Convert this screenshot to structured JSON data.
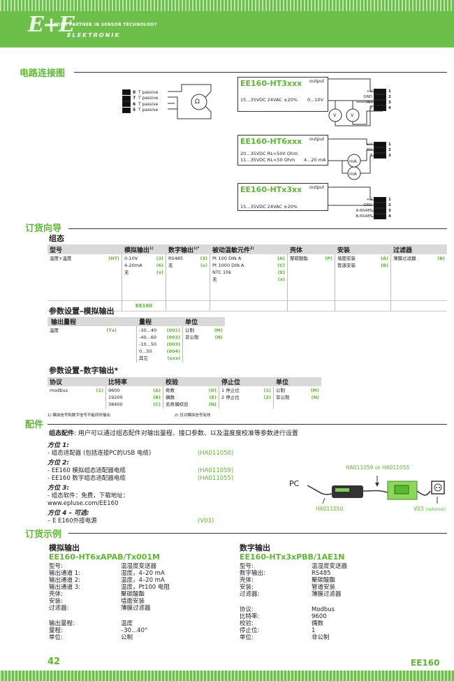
{
  "header": {
    "logo": "E+E",
    "tagline": "YOUR PARTNER IN SENSOR TECHNOLOGY",
    "brand": "ELEKTRONIK"
  },
  "wiring": {
    "title": "电路连接图",
    "left_pins": [
      {
        "num": "8",
        "label": "T passive"
      },
      {
        "num": "7",
        "label": "T passive"
      },
      {
        "num": "6",
        "label": "T passive"
      },
      {
        "num": "5",
        "label": "T passive"
      }
    ],
    "ohm_symbol": "Ω",
    "boxes": [
      {
        "title": "EE160-HT3xxx",
        "output": "output",
        "supply": "15...35VDC  24VAC ±20%",
        "range": "0...10V",
        "terms": [
          "V+",
          "GND",
          "RH",
          "T"
        ],
        "nums": [
          "1",
          "2",
          "3",
          "4"
        ],
        "meter": "V"
      },
      {
        "title": "EE160-HT6xxx",
        "output": "output",
        "supply1": "20...35VDC  RL<500 Ohm",
        "supply2": "11...35VDC  RL<50 Ohm",
        "range": "4...20 mA",
        "terms": [
          "V+",
          "RH",
          "T"
        ],
        "nums": [
          "1",
          "2",
          "3"
        ],
        "meter": "mA"
      },
      {
        "title": "EE160-HTx3xx",
        "output": "output",
        "supply": "15...35VDC  24VAC ±20%",
        "terms": [
          "V+",
          "GND",
          "A-RS485",
          "B-RS485"
        ],
        "nums": [
          "1",
          "2",
          "3",
          "4"
        ]
      }
    ]
  },
  "ordering": {
    "title": "订货向导",
    "config_title": "组态",
    "config_headers": [
      "型号",
      "模拟输出",
      "数字输出",
      "被动温敏元件",
      "壳体",
      "安装",
      "过滤器"
    ],
    "config_sup": [
      "1)",
      "1)*",
      "2)"
    ],
    "model": {
      "name": "湿度+温度",
      "code": "(HT)"
    },
    "analog": [
      {
        "name": "0-10V",
        "code": "(3)"
      },
      {
        "name": "4-20mA",
        "code": "(6)"
      },
      {
        "name": "无",
        "code": "(x)"
      }
    ],
    "digital": [
      {
        "name": "RS485",
        "code": "(3)"
      },
      {
        "name": "无",
        "code": "(x)"
      }
    ],
    "passive": [
      {
        "name": "Pt 100 DIN A",
        "code": "(A)"
      },
      {
        "name": "Pt 1000 DIN A",
        "code": "(C)"
      },
      {
        "name": "NTC 10k",
        "code": "(E)"
      },
      {
        "name": "无",
        "code": "(x)"
      }
    ],
    "housing": [
      {
        "name": "聚碳酸酯",
        "code": "(P)"
      }
    ],
    "mounting": [
      {
        "name": "墙面安装",
        "code": "(A)"
      },
      {
        "name": "管道安装",
        "code": "(B)"
      }
    ],
    "filter": [
      {
        "name": "薄膜过滤器",
        "code": "(B)"
      }
    ],
    "ee160_label": "EE160",
    "dash": "-",
    "analog_param_title": "参数设置–模拟输出",
    "analog_param_headers": [
      "输出量程",
      "量程",
      "单位"
    ],
    "analog_range_name": "温度",
    "analog_range_code": "(Tx)",
    "ranges": [
      {
        "name": "-30...40",
        "code": "(001)"
      },
      {
        "name": "-40...60",
        "code": "(002)"
      },
      {
        "name": "-10...50",
        "code": "(003)"
      },
      {
        "name": "0...50",
        "code": "(004)"
      },
      {
        "name": "其它",
        "code": "(xxx)"
      }
    ],
    "units": [
      {
        "name": "公制",
        "code": "(M)"
      },
      {
        "name": "非公制",
        "code": "(N)"
      }
    ],
    "digital_param_title": "参数设置–数字输出*",
    "digital_param_headers": [
      "协议",
      "比特率",
      "校验",
      "停止位",
      "单位"
    ],
    "protocol": {
      "name": "modbus",
      "code": "(1)"
    },
    "baud": [
      {
        "name": "9600",
        "code": "(A)"
      },
      {
        "name": "19200",
        "code": "(B)"
      },
      {
        "name": "38400",
        "code": "(C)"
      }
    ],
    "parity": [
      {
        "name": "奇数",
        "code": "(O)"
      },
      {
        "name": "偶数",
        "code": "(E)"
      },
      {
        "name": "无奇偶校验",
        "code": "(N)"
      }
    ],
    "stopbits": [
      {
        "name": "1 停止位",
        "code": "(1)"
      },
      {
        "name": "2 停止位",
        "code": "(2)"
      }
    ],
    "d_units": [
      {
        "name": "公制",
        "code": "(M)"
      },
      {
        "name": "非公制",
        "code": "(N)"
      }
    ],
    "footnote1": "1) 模拟信号和数字信号不能同时输出",
    "footnote2": "2) 仅对模拟信号有效"
  },
  "accessories": {
    "title": "配件",
    "intro_label": "组态配件",
    "intro_text": ": 用户可以通过组态配件对输出量程、接口参数、以及温度度校准等参数进行设置",
    "options": [
      {
        "title": "方位 1:",
        "lines": [
          {
            "text": "- 组态适配器 (包括连接PC的USB 电缆)",
            "code": "(HA011050)"
          }
        ]
      },
      {
        "title": "方位 2:",
        "lines": [
          {
            "text": "- EE160 模拟组态适配器电缆",
            "code": "(HA011059)"
          },
          {
            "text": "- EE160 数字组态适配器电缆",
            "code": "(HA011055)"
          }
        ]
      },
      {
        "title": "方位 3:",
        "lines": [
          {
            "text": "- 组态软件：免费，下载地址：  www.epluse.com/EE160",
            "code": ""
          }
        ]
      },
      {
        "title": "方位 4 – 可选:",
        "lines": [
          {
            "text": "– E  E160外接电源",
            "code": "(V03)"
          }
        ]
      }
    ],
    "diagram": {
      "pc": "PC",
      "cable_top": "HA011059 or HA011055",
      "adapter": "HA011050",
      "power": "V03",
      "power_opt": "(optional)"
    }
  },
  "examples": {
    "title": "订货示例",
    "analog": {
      "heading": "模拟输出",
      "code": "EE160-HT6xAPAB/Tx001M",
      "rows": [
        [
          "型号:",
          "温湿度变送器"
        ],
        [
          "输出通道 1:",
          "湿度，4–20 mA"
        ],
        [
          "输出通道 2:",
          "温度，4–20 mA"
        ],
        [
          "输出通道 3:",
          "温度，Pt100 电阻"
        ],
        [
          "壳体:",
          "聚碳酸酯"
        ],
        [
          "安装:",
          "墙面安装"
        ],
        [
          "过滤器:",
          "薄膜过滤器"
        ]
      ],
      "rows2": [
        [
          "输出量程:",
          "温度"
        ],
        [
          "量程:",
          "–30...40°"
        ],
        [
          "单位:",
          "公制"
        ]
      ]
    },
    "digital": {
      "heading": "数字输出",
      "code": "EE160-HTx3xPBB/1AE1N",
      "rows": [
        [
          "型号:",
          "温湿度变送器"
        ],
        [
          "数字输出:",
          "RS485"
        ],
        [
          "壳体:",
          "聚碳酸酯"
        ],
        [
          "安装:",
          "管道安装"
        ],
        [
          "过滤器:",
          "薄膜过滤器"
        ]
      ],
      "rows2": [
        [
          "协议:",
          "Modbus"
        ],
        [
          "比特率:",
          "9600"
        ],
        [
          "校验:",
          "偶数"
        ],
        [
          "停止位:",
          "1"
        ],
        [
          "单位:",
          "非公制"
        ]
      ]
    }
  },
  "footer": {
    "page": "42",
    "product": "EE160"
  },
  "colors": {
    "accent": "#5cb82e",
    "header": "#6cc04a"
  }
}
